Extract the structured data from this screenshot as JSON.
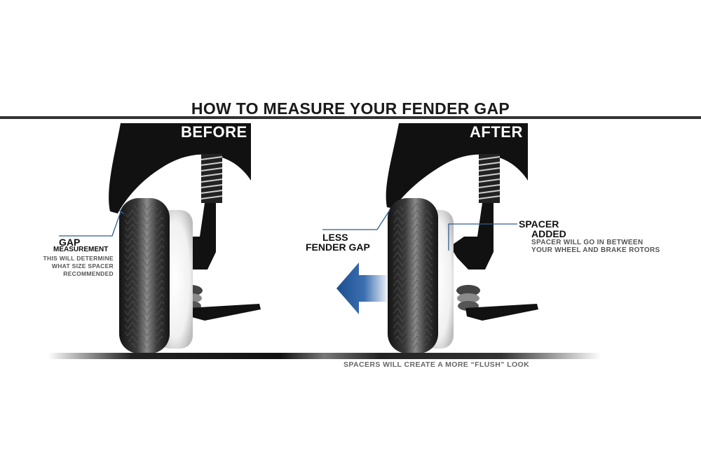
{
  "title": "HOW TO MEASURE YOUR FENDER GAP",
  "panels": {
    "before": {
      "label": "BEFORE",
      "gap_title": "GAP",
      "gap_subtitle": "MEASUREMENT",
      "gap_note_1": "THIS WILL DETERMINE",
      "gap_note_2": "WHAT SIZE SPACER",
      "gap_note_3": "RECOMMENDED"
    },
    "after": {
      "label": "AFTER",
      "less_1": "LESS",
      "less_2": "FENDER GAP",
      "spacer_1": "SPACER",
      "spacer_2": "ADDED",
      "spacer_note_1": "SPACER WILL GO IN BETWEEN",
      "spacer_note_2": "YOUR WHEEL AND BRAKE ROTORS"
    }
  },
  "caption": "SPACERS WILL CREATE A MORE “FLUSH” LOOK",
  "colors": {
    "ink": "#111111",
    "callout_line": "#2f5d8f",
    "arrow": "#1d4f91"
  },
  "icons": {
    "direction_arrow": "arrow-left-icon"
  }
}
